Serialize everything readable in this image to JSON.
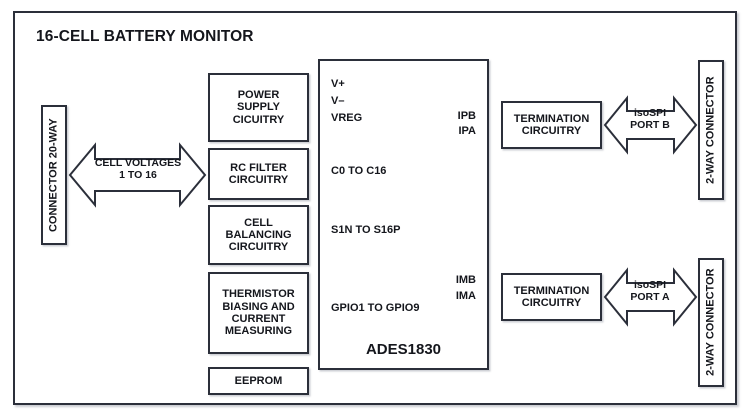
{
  "diagram": {
    "title": "16-CELL BATTERY MONITOR",
    "type": "block-diagram"
  },
  "left": {
    "connector_label": "CONNECTOR 20-WAY",
    "arrow_label_line1": "CELL VOLTAGES",
    "arrow_label_line2": "1 TO 16"
  },
  "front_end_blocks": [
    {
      "id": "power-supply",
      "lines": [
        "POWER",
        "SUPPLY",
        "CICUITRY"
      ]
    },
    {
      "id": "rc-filter",
      "lines": [
        "RC FILTER",
        "CIRCUITRY"
      ]
    },
    {
      "id": "cell-balancing",
      "lines": [
        "CELL",
        "BALANCING",
        "CIRCUITRY"
      ]
    },
    {
      "id": "thermistor",
      "lines": [
        "THERMISTOR",
        "BIASING AND",
        "CURRENT",
        "MEASURING"
      ]
    },
    {
      "id": "eeprom",
      "lines": [
        "EEPROM"
      ]
    }
  ],
  "ic": {
    "name": "ADES1830",
    "left_pins": [
      {
        "id": "vplus",
        "label": "V+"
      },
      {
        "id": "vminus",
        "label": "V–"
      },
      {
        "id": "vreg",
        "label": "VREG"
      },
      {
        "id": "c0-c16",
        "label": "C0 TO C16"
      },
      {
        "id": "s1n-s16p",
        "label": "S1N TO S16P"
      },
      {
        "id": "gpio",
        "label": "GPIO1 TO GPIO9"
      }
    ],
    "right_pins": [
      {
        "id": "ipb",
        "label": "IPB"
      },
      {
        "id": "ipa",
        "label": "IPA"
      },
      {
        "id": "imb",
        "label": "IMB"
      },
      {
        "id": "ima",
        "label": "IMA"
      }
    ]
  },
  "right_chains": [
    {
      "id": "port-b",
      "termination_lines": [
        "TERMINATION",
        "CIRCUITRY"
      ],
      "arrow_label_line1": "isoSPI",
      "arrow_label_line2": "PORT B",
      "connector_label": "2-WAY CONNECTOR"
    },
    {
      "id": "port-a",
      "termination_lines": [
        "TERMINATION",
        "CIRCUITRY"
      ],
      "arrow_label_line1": "isoSPI",
      "arrow_label_line2": "PORT A",
      "connector_label": "2-WAY CONNECTOR"
    }
  ],
  "colors": {
    "line": "#2b2f3a",
    "text": "#14161c",
    "background": "#ffffff"
  }
}
